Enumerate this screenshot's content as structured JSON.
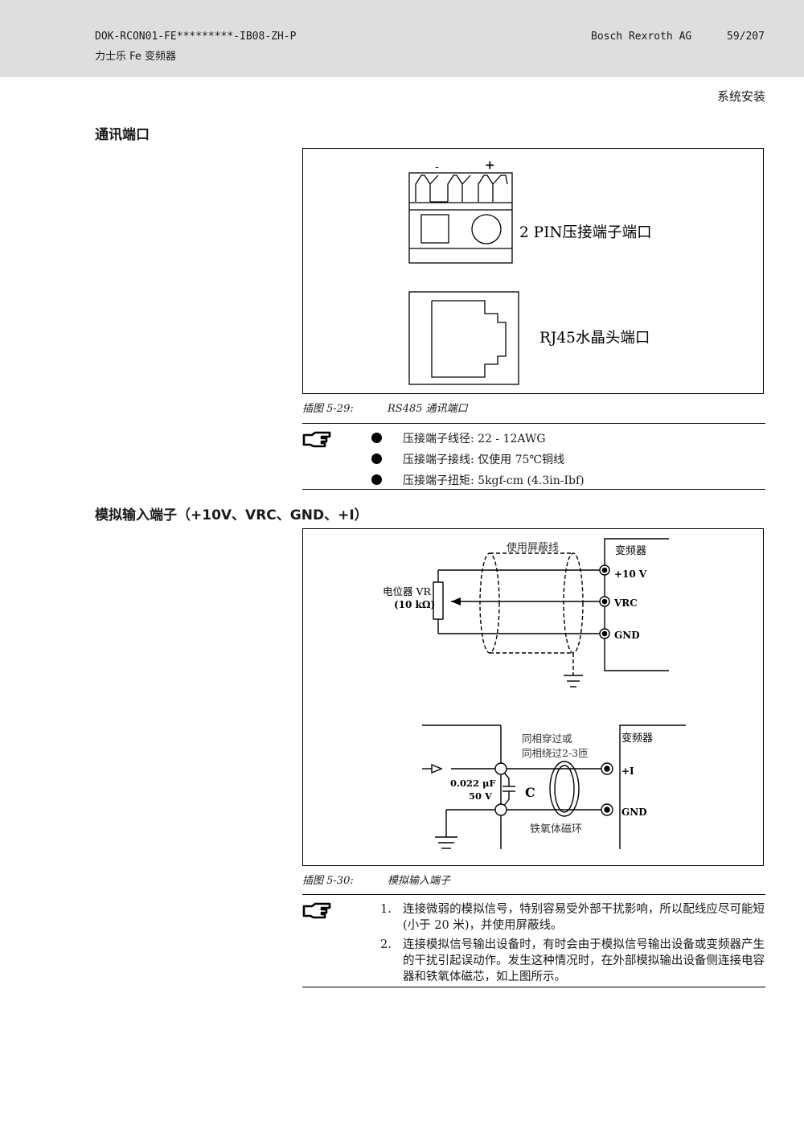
{
  "header": {
    "doc_code": "DOK-RCON01-FE*********-IB08-ZH-P",
    "product": "力士乐 Fe 变频器",
    "company": "Bosch Rexroth AG",
    "page": "59/207"
  },
  "section_label": "系统安装",
  "sec1": {
    "title": "通讯端口",
    "fig": {
      "minus": "-",
      "plus": "+",
      "pin_label": "2 PIN压接端子端口",
      "rj45_label": "RJ45水晶头端口"
    },
    "caption": {
      "num": "插图 5-29:",
      "text": "RS485 通讯端口"
    },
    "bullets": [
      "压接端子线径: 22 - 12AWG",
      "压接端子接线: 仅使用 75℃铜线",
      "压接端子扭矩: 5kgf-cm (4.3in-Ibf)"
    ]
  },
  "sec2": {
    "title": "模拟输入端子（+10V、VRC、GND、+I）",
    "fig": {
      "shield": "使用屏蔽线",
      "inverter": "变频器",
      "pot1": "电位器 VR",
      "pot2": "(10 kΩ)",
      "t10v": "+10 V",
      "tvrc": "VRC",
      "tgnd": "GND",
      "thread1": "同相穿过或",
      "thread2": "同相绕过2-3匝",
      "inverter2": "变频器",
      "ti": "+I",
      "tgnd2": "GND",
      "cap1": "0.022 μF",
      "cap2": "50 V",
      "c": "C",
      "ferrite": "铁氧体磁环"
    },
    "caption": {
      "num": "插图 5-30:",
      "text": "模拟输入端子"
    },
    "notes": [
      {
        "n": "1.",
        "text": "连接微弱的模拟信号，特别容易受外部干扰影响，所以配线应尽可能短(小于 20 米)，并使用屏蔽线。"
      },
      {
        "n": "2.",
        "text": "连接模拟信号输出设备时，有时会由于模拟信号输出设备或变频器产生的干扰引起误动作。发生这种情况时，在外部模拟输出设备侧连接电容器和铁氧体磁芯，如上图所示。"
      }
    ]
  }
}
